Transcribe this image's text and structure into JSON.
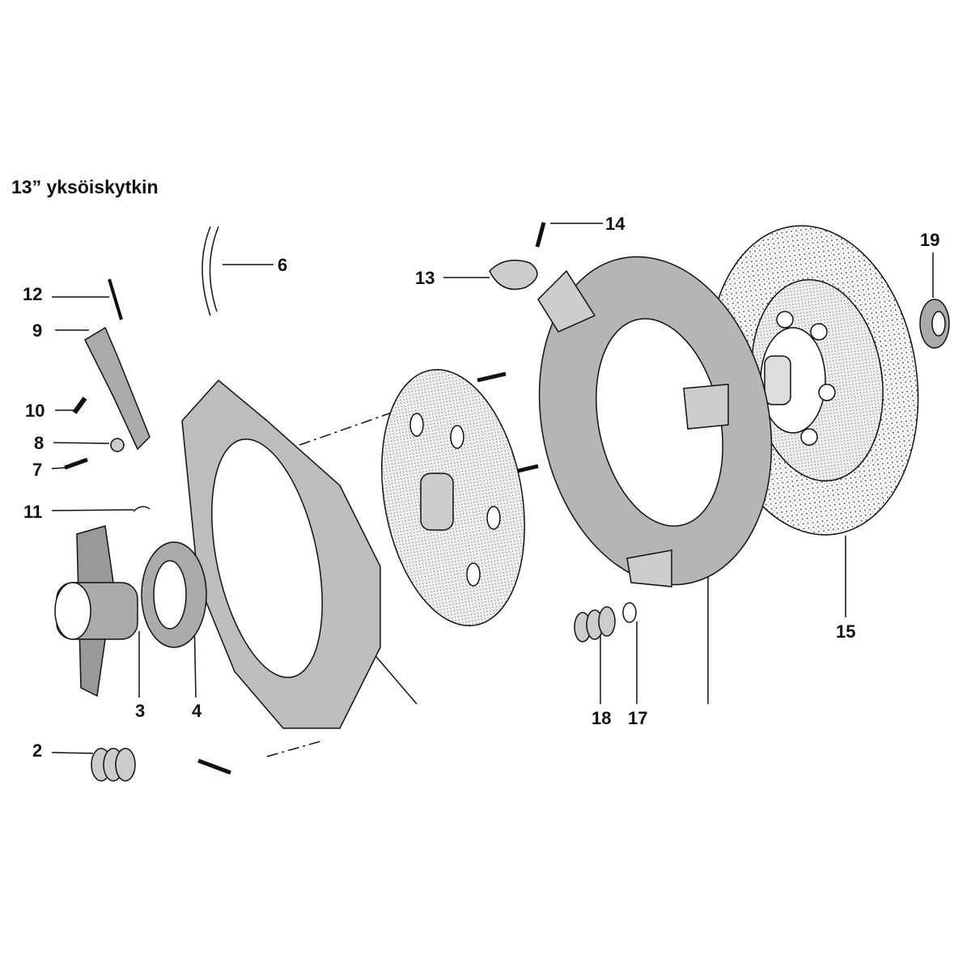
{
  "title": "13” yksöiskytkin",
  "labels": {
    "p2": "2",
    "p3": "3",
    "p4": "4",
    "p6": "6",
    "p7": "7",
    "p8": "8",
    "p9": "9",
    "p10": "10",
    "p11": "11",
    "p12": "12",
    "p13": "13",
    "p14": "14",
    "p15": "15",
    "p17": "17",
    "p18": "18",
    "p19": "19"
  },
  "colors": {
    "ink": "#111111",
    "shade": "#9a9a9a"
  }
}
